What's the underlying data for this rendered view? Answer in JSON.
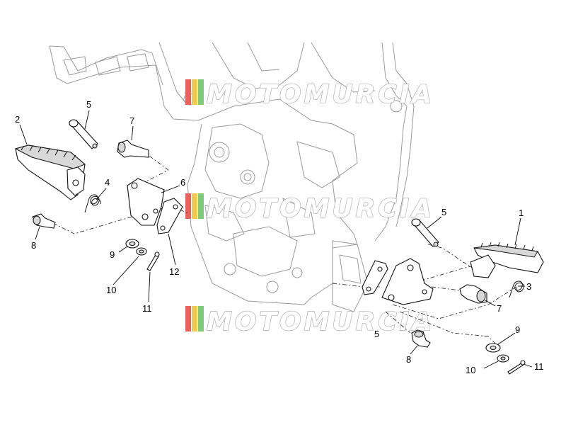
{
  "watermark": {
    "text": "MOTOMURCIA",
    "colors": [
      "#e8615c",
      "#f2c94c",
      "#7fc97a",
      "#79b7e0"
    ]
  },
  "callouts": [
    {
      "id": "c-2-left",
      "label": "2"
    },
    {
      "id": "c-5-left",
      "label": "5"
    },
    {
      "id": "c-7-left",
      "label": "7"
    },
    {
      "id": "c-4-left",
      "label": "4"
    },
    {
      "id": "c-6-left",
      "label": "6"
    },
    {
      "id": "c-8-left",
      "label": "8"
    },
    {
      "id": "c-9-left",
      "label": "9"
    },
    {
      "id": "c-10-left",
      "label": "10"
    },
    {
      "id": "c-12-left",
      "label": "12"
    },
    {
      "id": "c-11-left",
      "label": "11"
    },
    {
      "id": "c-5-right",
      "label": "5"
    },
    {
      "id": "c-1-right",
      "label": "1"
    },
    {
      "id": "c-3-right",
      "label": "3"
    },
    {
      "id": "c-7-right",
      "label": "7"
    },
    {
      "id": "c-5b-center",
      "label": "5"
    },
    {
      "id": "c-8-right",
      "label": "8"
    },
    {
      "id": "c-9-right",
      "label": "9"
    },
    {
      "id": "c-10-right",
      "label": "10"
    },
    {
      "id": "c-11-right",
      "label": "11"
    }
  ]
}
